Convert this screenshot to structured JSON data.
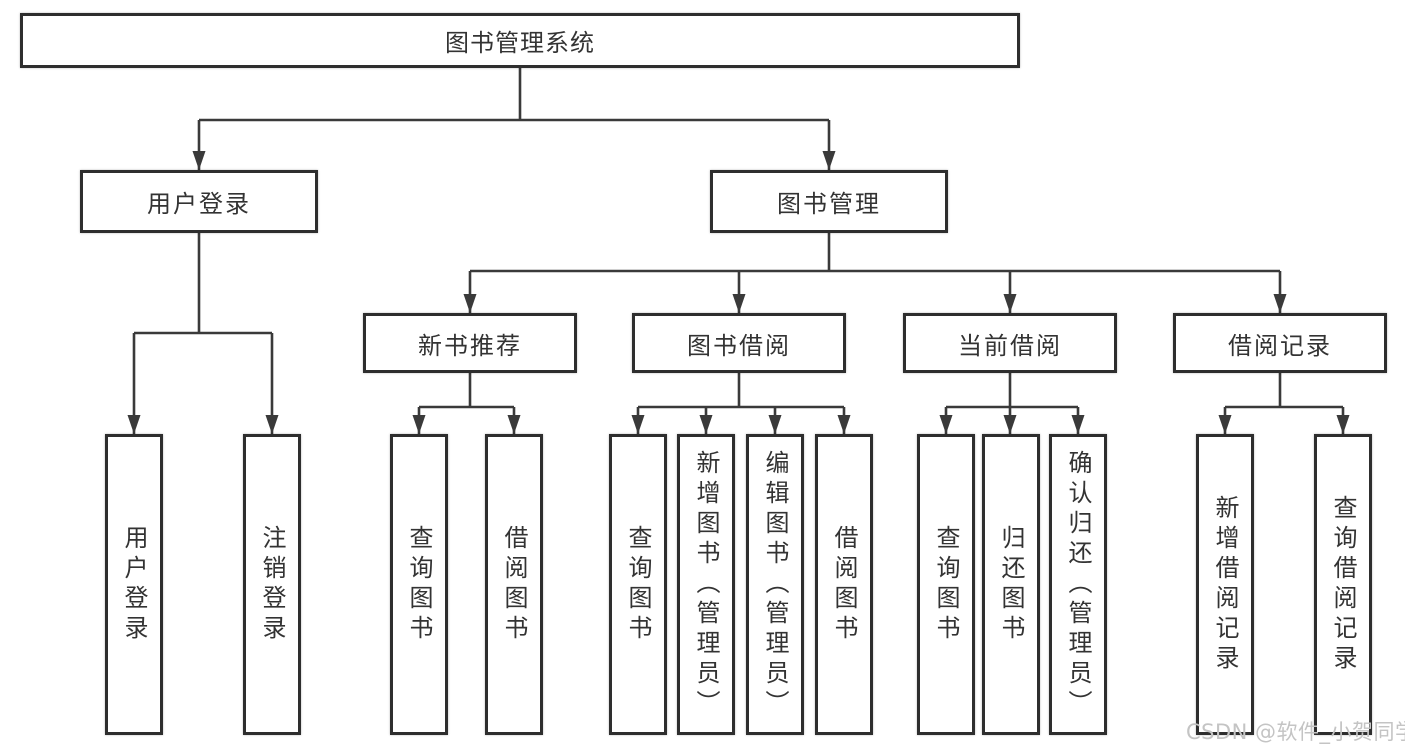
{
  "tree": {
    "label": "图书管理系统",
    "children": [
      {
        "label": "用户登录",
        "children": [
          {
            "label": "用户登录"
          },
          {
            "label": "注销登录"
          }
        ]
      },
      {
        "label": "图书管理",
        "children": [
          {
            "label": "新书推荐",
            "children": [
              {
                "label": "查询图书"
              },
              {
                "label": "借阅图书"
              }
            ]
          },
          {
            "label": "图书借阅",
            "children": [
              {
                "label": "查询图书"
              },
              {
                "label": "新增图书（管理员）"
              },
              {
                "label": "编辑图书（管理员）"
              },
              {
                "label": "借阅图书"
              }
            ]
          },
          {
            "label": "当前借阅",
            "children": [
              {
                "label": "查询图书"
              },
              {
                "label": "归还图书"
              },
              {
                "label": "确认归还（管理员）"
              }
            ]
          },
          {
            "label": "借阅记录",
            "children": [
              {
                "label": "新增借阅记录"
              },
              {
                "label": "查询借阅记录"
              }
            ]
          }
        ]
      }
    ]
  },
  "watermark": {
    "text": "CSDN @软件_小贺同学"
  },
  "colors": {
    "line": "#3a3a3a",
    "box_border": "#2e2e2e",
    "text": "#333333",
    "background": "#ffffff",
    "watermark": "#c4c4c4"
  }
}
